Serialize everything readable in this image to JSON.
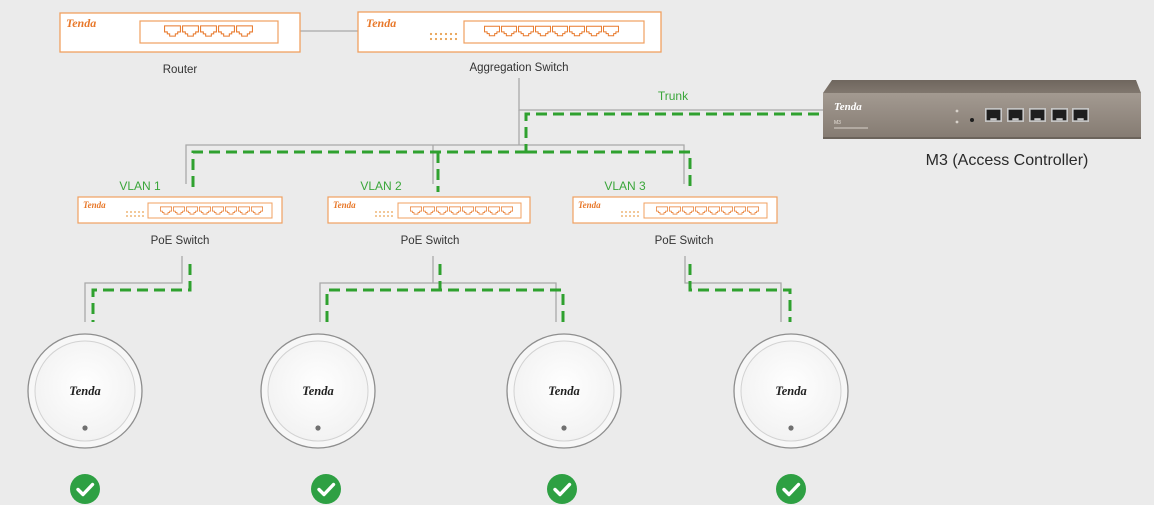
{
  "brand": "Tenda",
  "labels": {
    "router": "Router",
    "aggregation": "Aggregation Switch",
    "trunk": "Trunk",
    "controller": "M3 (Access Controller)",
    "vlan1": "VLAN 1",
    "vlan2": "VLAN 2",
    "vlan3": "VLAN 3",
    "poe1": "PoE Switch",
    "poe2": "PoE Switch",
    "poe3": "PoE Switch"
  },
  "controller_face": {
    "model": "M3"
  },
  "colors": {
    "background": "#ebebeb",
    "device_outline": "#f0a060",
    "brand_orange": "#e8782a",
    "link_green": "#2fa12f",
    "wire_gray": "#a8a8a8",
    "label_green": "#3aa63a",
    "check_green": "#2ea043",
    "controller_body": "#8f857c"
  },
  "icons": [
    "check-circle-icon",
    "ethernet-port-icon",
    "led-dots-icon"
  ],
  "status": {
    "ap1": "connected",
    "ap2": "connected",
    "ap3": "connected",
    "ap4": "connected"
  }
}
